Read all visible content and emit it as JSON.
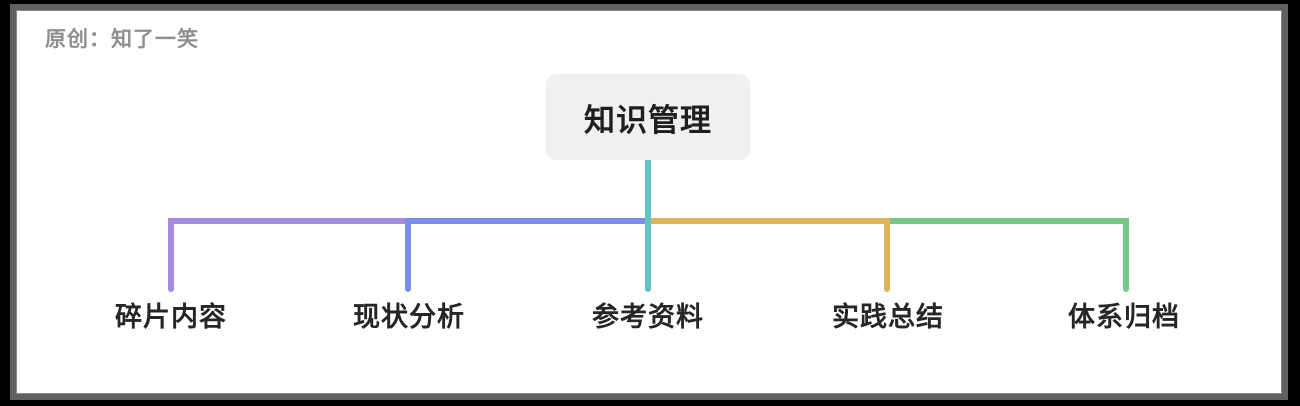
{
  "watermark": "原创：知了一笑",
  "frame": {
    "page_bg": "#000000",
    "canvas_bg": "#ffffff",
    "border_color": "#616161"
  },
  "mindmap": {
    "root": {
      "label": "知识管理",
      "bg": "#eff0f0",
      "text_color": "#1f1f1f"
    },
    "trunk_color": "#62c4c6",
    "branches": [
      {
        "label": "碎片内容",
        "color": "#a78be0"
      },
      {
        "label": "现状分析",
        "color": "#7b8cea"
      },
      {
        "label": "参考资料",
        "color": "#62c4c6"
      },
      {
        "label": "实践总结",
        "color": "#ddb45c"
      },
      {
        "label": "体系归档",
        "color": "#77c787"
      }
    ]
  }
}
